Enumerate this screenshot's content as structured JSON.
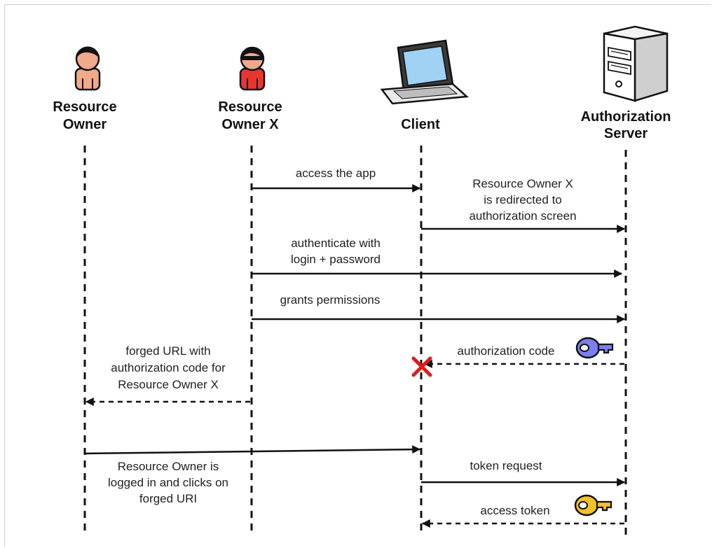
{
  "actors": {
    "resource_owner": {
      "line1": "Resource",
      "line2": "Owner"
    },
    "resource_owner_x": {
      "line1": "Resource",
      "line2": "Owner X"
    },
    "client": {
      "line1": "Client"
    },
    "authorization_server": {
      "line1": "Authorization",
      "line2": "Server"
    }
  },
  "messages": {
    "access_app": {
      "line1": "access the app"
    },
    "redirected": {
      "line1": "Resource Owner X",
      "line2": "is redirected to",
      "line3": "authorization screen"
    },
    "authenticate": {
      "line1": "authenticate with",
      "line2": "login + password"
    },
    "grants": {
      "line1": "grants permissions"
    },
    "auth_code": {
      "line1": "authorization code"
    },
    "forged_url": {
      "line1": "forged URL with",
      "line2": "authorization code for",
      "line3": "Resource Owner X"
    },
    "logged_in": {
      "line1": "Resource Owner is",
      "line2": "logged in and clicks on",
      "line3": "forged URI"
    },
    "token_request": {
      "line1": "token request"
    },
    "access_token": {
      "line1": "access token"
    }
  },
  "icons": {
    "auth_code_key": {
      "name": "key-icon",
      "color": "#7b7ff0"
    },
    "access_token_key": {
      "name": "key-icon",
      "color": "#f2c028"
    },
    "intercept_mark": {
      "name": "x-mark-icon",
      "color": "#e01b1b"
    }
  }
}
